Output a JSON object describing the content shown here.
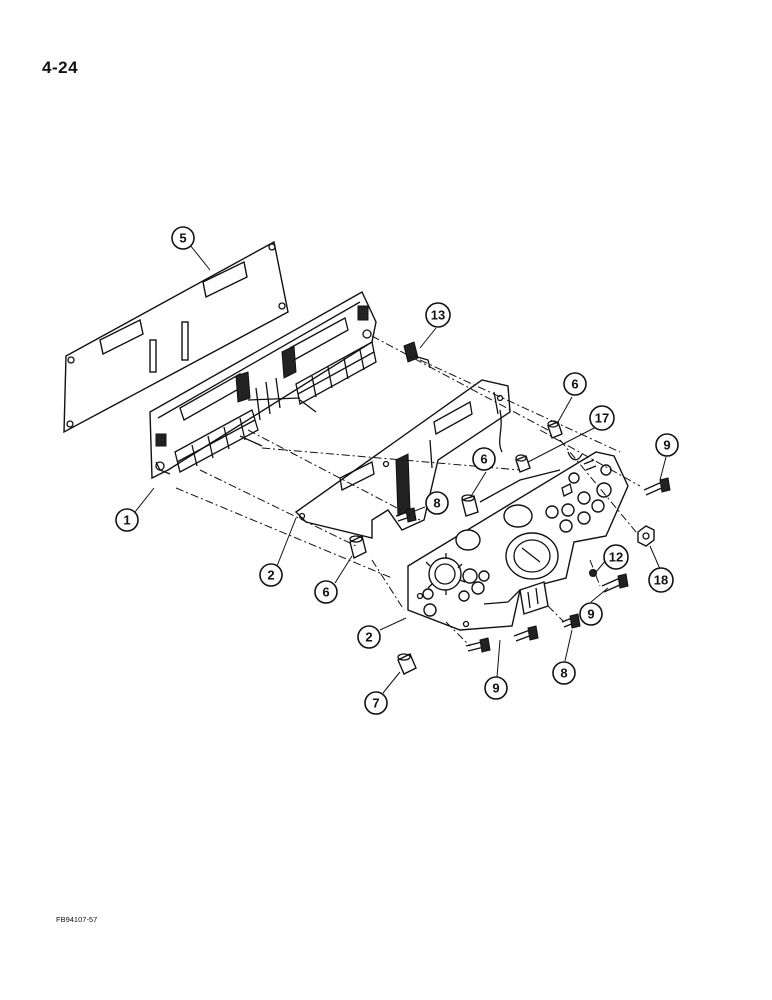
{
  "page_number": "4-24",
  "figure_code": "FB94107-57",
  "callouts": [
    "5",
    "13",
    "6",
    "17",
    "9",
    "6",
    "8",
    "1",
    "2",
    "6",
    "12",
    "18",
    "9",
    "2",
    "8",
    "9",
    "7"
  ]
}
